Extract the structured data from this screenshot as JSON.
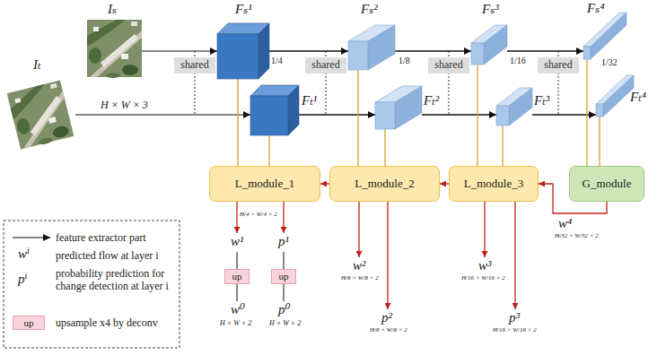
{
  "diagram": {
    "nodes": [
      {
        "text": [
          "Fₛ¹"
        ]
      },
      {
        "text": [
          "Fₛ²"
        ]
      },
      {
        "text": [
          "Fₛ³"
        ]
      },
      {
        "text": [
          "Fₛ⁴"
        ]
      },
      {
        "text": [
          "shared"
        ]
      },
      {
        "text": [
          "shared"
        ]
      },
      {
        "text": [
          "shared"
        ]
      },
      {
        "text": [
          "shared"
        ]
      },
      {
        "text": [
          "Fₜ¹"
        ]
      },
      {
        "text": [
          "Fₜ²"
        ]
      },
      {
        "text": [
          "Fₜ³"
        ]
      },
      {
        "text": [
          "Fₜ⁴"
        ]
      },
      {
        "text": [
          "L_module_1"
        ]
      },
      {
        "text": [
          "L_module_2"
        ]
      },
      {
        "text": [
          "L_module_3"
        ]
      },
      {
        "text": [
          "G_module"
        ]
      },
      {
        "text": [
          "up"
        ]
      },
      {
        "text": [
          "up"
        ]
      }
    ],
    "edges": [
      {
        "from": 0,
        "to": 1,
        "arrow": "to"
      },
      {
        "from": 1,
        "to": 2,
        "arrow": "to"
      },
      {
        "from": 2,
        "to": 3,
        "arrow": "to"
      },
      {
        "from": 8,
        "to": 9,
        "arrow": "to"
      },
      {
        "from": 9,
        "to": 10,
        "arrow": "to"
      },
      {
        "from": 10,
        "to": 11,
        "arrow": "to"
      },
      {
        "from": 0,
        "to": 12,
        "arrow": "none"
      },
      {
        "from": 8,
        "to": 12,
        "arrow": "none"
      },
      {
        "from": 1,
        "to": 13,
        "arrow": "none"
      },
      {
        "from": 9,
        "to": 13,
        "arrow": "none"
      },
      {
        "from": 2,
        "to": 14,
        "arrow": "none"
      },
      {
        "from": 10,
        "to": 14,
        "arrow": "none"
      },
      {
        "from": 3,
        "to": 15,
        "arrow": "none"
      },
      {
        "from": 11,
        "to": 15,
        "arrow": "none"
      },
      {
        "from": 13,
        "to": 12,
        "arrow": "to"
      },
      {
        "from": 14,
        "to": 13,
        "arrow": "to"
      },
      {
        "from": 15,
        "to": 14,
        "label": "w⁴",
        "arrow": "to"
      }
    ],
    "labels": [
      "Iₛ",
      "Iₜ",
      "H × W × 3",
      "1/4",
      "1/8",
      "1/16",
      "1/32",
      "H/4 × W/4 × 2",
      "w¹",
      "p¹",
      "w⁰",
      "H × W × 2",
      "p⁰",
      "H × W × 2",
      "w²",
      "H/8 × W/8 × 2",
      "p²",
      "H/8 × W/8 × 2",
      "w³",
      "H/16 × W/16 × 2",
      "p³",
      "H/16 × W/16 × 2",
      "H/32 × W/32 × 2",
      "wⁱ",
      "pⁱ",
      "up"
    ],
    "legend": [
      {
        "text": "feature extractor part"
      },
      {
        "text": "predicted flow at layer i"
      },
      {
        "text": "probability prediction for change detection at layer i"
      },
      {
        "text": "upsample x4 by deconv",
        "color": "#f8d3dc"
      }
    ]
  }
}
